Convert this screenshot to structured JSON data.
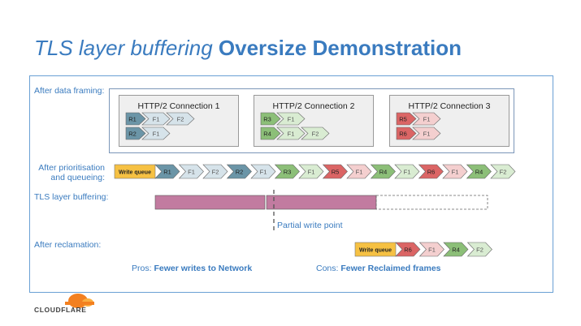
{
  "title": {
    "italic": "TLS layer buffering",
    "bold": "Oversize Demonstration"
  },
  "labels": {
    "after_framing": "After data framing:",
    "prioritisation_1": "After prioritisation",
    "prioritisation_2": "and queueing:",
    "tls_buffering": "TLS layer buffering:",
    "reclamation": "After reclamation:",
    "partial_write": "Partial write point"
  },
  "connections": [
    {
      "title": "HTTP/2 Connection 1",
      "rows": [
        [
          "R1",
          "F1",
          "F2"
        ],
        [
          "R2",
          "F1"
        ]
      ]
    },
    {
      "title": "HTTP/2 Connection 2",
      "rows": [
        [
          "R3",
          "F1"
        ],
        [
          "R4",
          "F1",
          "F2"
        ]
      ]
    },
    {
      "title": "HTTP/2 Connection 3",
      "rows": [
        [
          "R5",
          "F1"
        ],
        [
          "R6",
          "F1"
        ]
      ]
    }
  ],
  "queue": {
    "write_queue_label": "Write queue",
    "items": [
      "R1",
      "F1",
      "F2",
      "R2",
      "F1",
      "R3",
      "F1",
      "R5",
      "F1",
      "R4",
      "F1",
      "R6",
      "F1",
      "R4",
      "F2"
    ]
  },
  "reclaimed_queue": {
    "write_queue_label": "Write queue",
    "items": [
      "R6",
      "F1",
      "R4",
      "F2"
    ]
  },
  "pros": {
    "prefix": "Pros: ",
    "text": "Fewer writes to Network"
  },
  "cons": {
    "prefix": "Cons: ",
    "text": "Fewer Reclaimed frames"
  },
  "brand": "CLOUDFLARE",
  "colors": {
    "title": "#3a7bbf",
    "write_queue": "#f6c143",
    "buffer": "#c27ba0",
    "r_blue": "#6b95a7",
    "f_blue": "#d6e3ea",
    "r_green": "#8cbf78",
    "f_green": "#d9ecd2",
    "r_red": "#db6565",
    "f_red": "#f4cfcf",
    "logo": "#f38020"
  }
}
